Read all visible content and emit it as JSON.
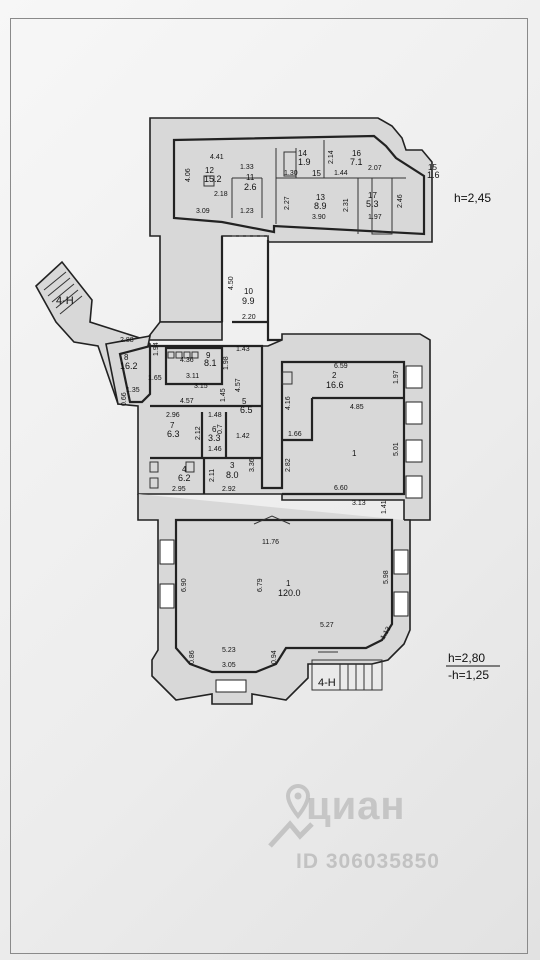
{
  "heights": {
    "upper": "h=2,45",
    "lower_main": "h=2,80",
    "lower_minus": "-h=1,25"
  },
  "stairs": {
    "left": "4-H",
    "bottom": "4-H"
  },
  "rooms": [
    {
      "id": "r12",
      "num": "12",
      "area": "15.2"
    },
    {
      "id": "r11",
      "num": "11",
      "area": "2.6"
    },
    {
      "id": "r14",
      "num": "14",
      "area": "1.9"
    },
    {
      "id": "r15",
      "num": "15",
      "area": ""
    },
    {
      "id": "r16",
      "num": "16",
      "area": "7.1"
    },
    {
      "id": "r13",
      "num": "13",
      "area": "8.9"
    },
    {
      "id": "r17",
      "num": "17",
      "area": "5.3"
    },
    {
      "id": "r15b",
      "num": "15",
      "area": "1.6"
    },
    {
      "id": "r10",
      "num": "10",
      "area": "9.9"
    },
    {
      "id": "r9",
      "num": "9",
      "area": "8.1"
    },
    {
      "id": "r8",
      "num": "8",
      "area": "16.2"
    },
    {
      "id": "r2",
      "num": "2",
      "area": "16.6"
    },
    {
      "id": "r5",
      "num": "5",
      "area": "6.5"
    },
    {
      "id": "r7",
      "num": "7",
      "area": "6.3"
    },
    {
      "id": "r6",
      "num": "6",
      "area": "3.3"
    },
    {
      "id": "r1a",
      "num": "1",
      "area": ""
    },
    {
      "id": "r4",
      "num": "4",
      "area": "6.2"
    },
    {
      "id": "r3",
      "num": "3",
      "area": "8.0"
    },
    {
      "id": "r1",
      "num": "1",
      "area": "120.0"
    }
  ],
  "dimensions": [
    "4.41",
    "4.06",
    "1.33",
    "2.18",
    "3.09",
    "1.23",
    "2.27",
    "1.30",
    "1.44",
    "2.07",
    "2.14",
    "3.90",
    "2.31",
    "1.97",
    "2.46",
    "4.50",
    "2.20",
    "2.88",
    "4.36",
    "1.94",
    "1.43",
    "1.98",
    "3.11",
    "1.65",
    "3.15",
    "1.35",
    "4.57",
    "0.66",
    "4.57",
    "1.45",
    "6.59",
    "1.97",
    "4.16",
    "4.85",
    "2.96",
    "1.48",
    "2.12",
    "0.7",
    "1.42",
    "1.46",
    "1.66",
    "5.01",
    "2.82",
    "3.36",
    "2.11",
    "2.95",
    "2.92",
    "6.60",
    "3.13",
    "1.41",
    "11.76",
    "6.90",
    "6.79",
    "5.98",
    "5.23",
    "0.86",
    "0.94",
    "3.05",
    "5.27",
    "1.13"
  ],
  "watermark": {
    "brand": "циан",
    "listing_id": "ID 306035850"
  }
}
